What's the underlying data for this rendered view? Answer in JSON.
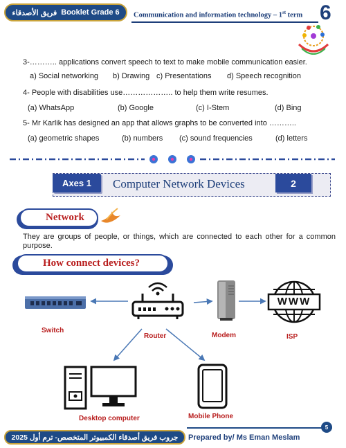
{
  "header": {
    "arabic_group": "فريق الأصدقاء",
    "booklet": "Booklet Grade 6",
    "subject": "Communication and information technology – 1",
    "term_sup": "st",
    "term_word": " term",
    "grade_number": "6"
  },
  "questions": [
    {
      "text": "3-……….. applications convert speech to text to make mobile communication easier.",
      "options": [
        "a) Social networking",
        "b) Drawing",
        "c) Presentations",
        "d) Speech recognition"
      ]
    },
    {
      "text": "4- People with disabilities use……………….. to help them write resumes.",
      "options": [
        "(a) WhatsApp",
        "(b) Google",
        "(c) I-Stem",
        "(d) Bing"
      ]
    },
    {
      "text": "5- Mr Karlik has designed an app that allows graphs to be converted        into ………..",
      "options": [
        "(a) geometric shapes",
        "(b) numbers",
        "(c) sound frequencies",
        "(d) letters"
      ]
    }
  ],
  "lesson": {
    "axes_label": "Axes 1",
    "title": "Computer Network Devices",
    "number": "2"
  },
  "network": {
    "heading": "Network",
    "definition": "They are groups of people, or things, which are connected to each other for a common purpose."
  },
  "devices_section": {
    "heading": "How connect devices?",
    "labels": {
      "switch": "Switch",
      "router": "Router",
      "modem": "Modem",
      "isp": "ISP",
      "desktop": "Desktop computer",
      "mobile": "Mobile Phone"
    },
    "isp_text": "WWW"
  },
  "footer": {
    "arabic_group": "جروب فريق أصدقاء الكمبيوتر المتخصص- ترم أول 2025",
    "prepared_by": "Prepared by/ Ms Eman Meslam",
    "page": "5"
  },
  "colors": {
    "navy": "#1e4a86",
    "gold": "#c9a33a",
    "red_label": "#b81d1d",
    "arrow": "#4a78b5"
  }
}
